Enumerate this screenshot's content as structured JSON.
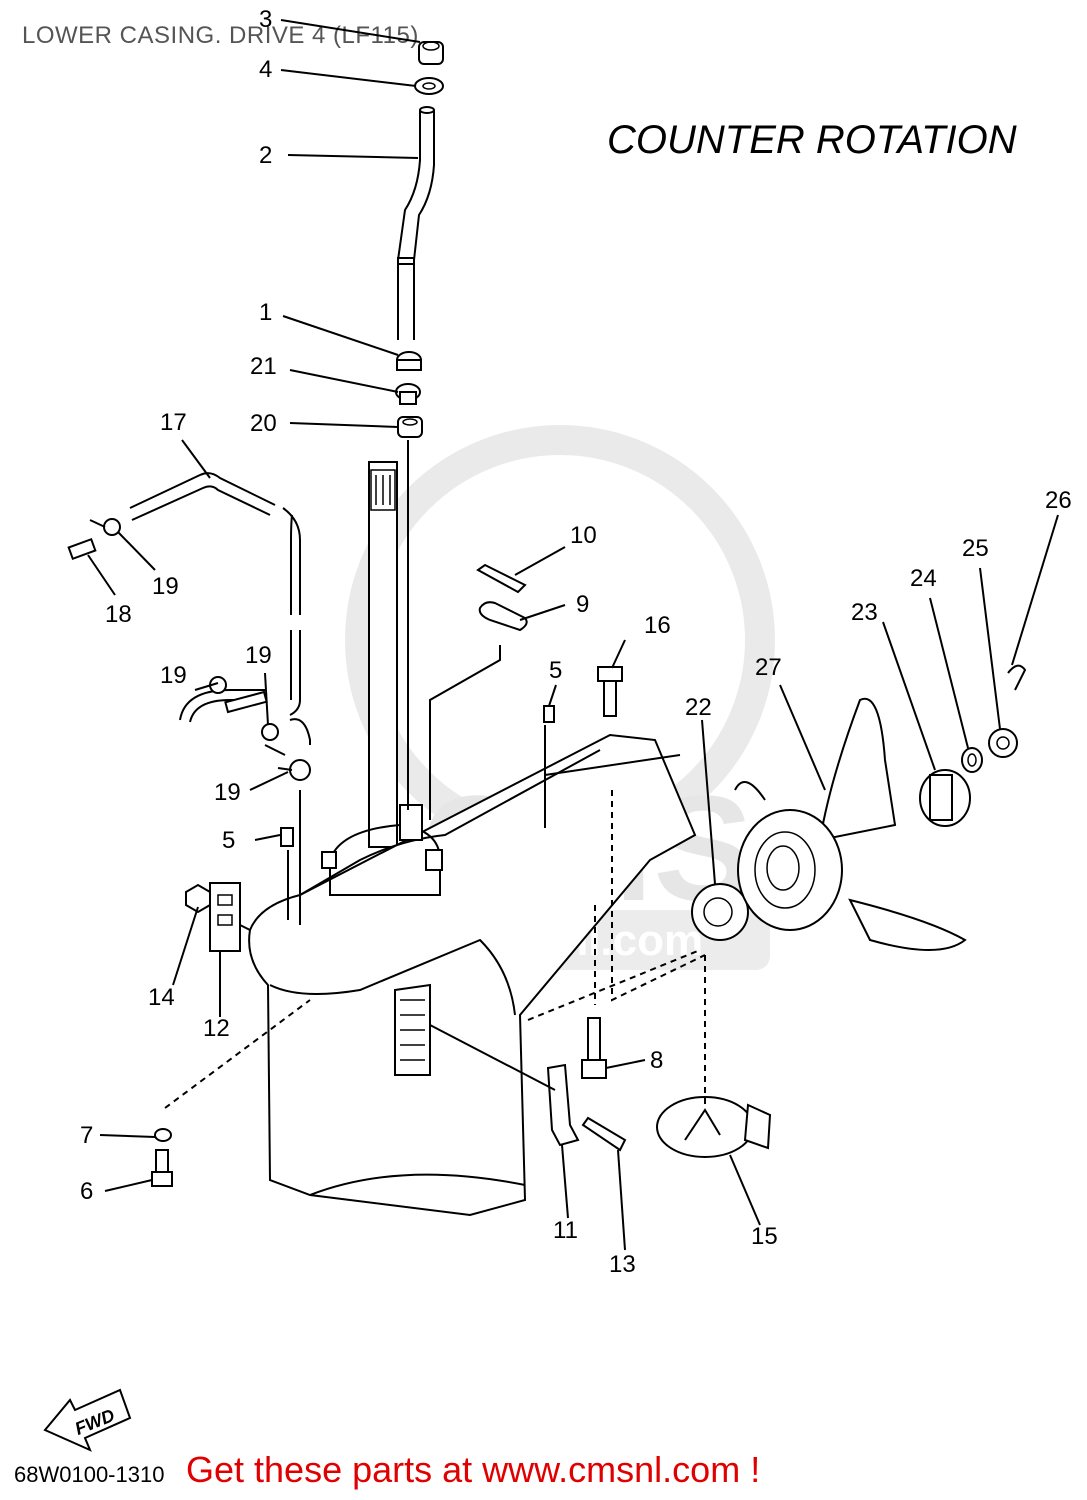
{
  "header": {
    "title": "LOWER CASING. DRIVE 4 (LF115)"
  },
  "rotation_label": "COUNTER  ROTATION",
  "footer": {
    "diagram_code": "68W0100-1310",
    "call_to_action": "Get these parts at www.cmsnl.com !"
  },
  "watermark": {
    "text": "CMS",
    "url_text": "www.cmsnl.com",
    "color": "#e6e6e6"
  },
  "fwd_arrow": {
    "label": "FWD"
  },
  "callouts": {
    "c1": "1",
    "c2": "2",
    "c3": "3",
    "c4": "4",
    "c5a": "5",
    "c5b": "5",
    "c6": "6",
    "c7": "7",
    "c8": "8",
    "c9": "9",
    "c10": "10",
    "c11": "11",
    "c12": "12",
    "c13": "13",
    "c14": "14",
    "c15": "15",
    "c16": "16",
    "c17": "17",
    "c18": "18",
    "c19a": "19",
    "c19b": "19",
    "c19c": "19",
    "c19d": "19",
    "c20": "20",
    "c21": "21",
    "c22": "22",
    "c23": "23",
    "c24": "24",
    "c25": "25",
    "c26": "26",
    "c27": "27"
  },
  "colors": {
    "cta": "#e00000",
    "title": "#555555",
    "line": "#000000"
  }
}
